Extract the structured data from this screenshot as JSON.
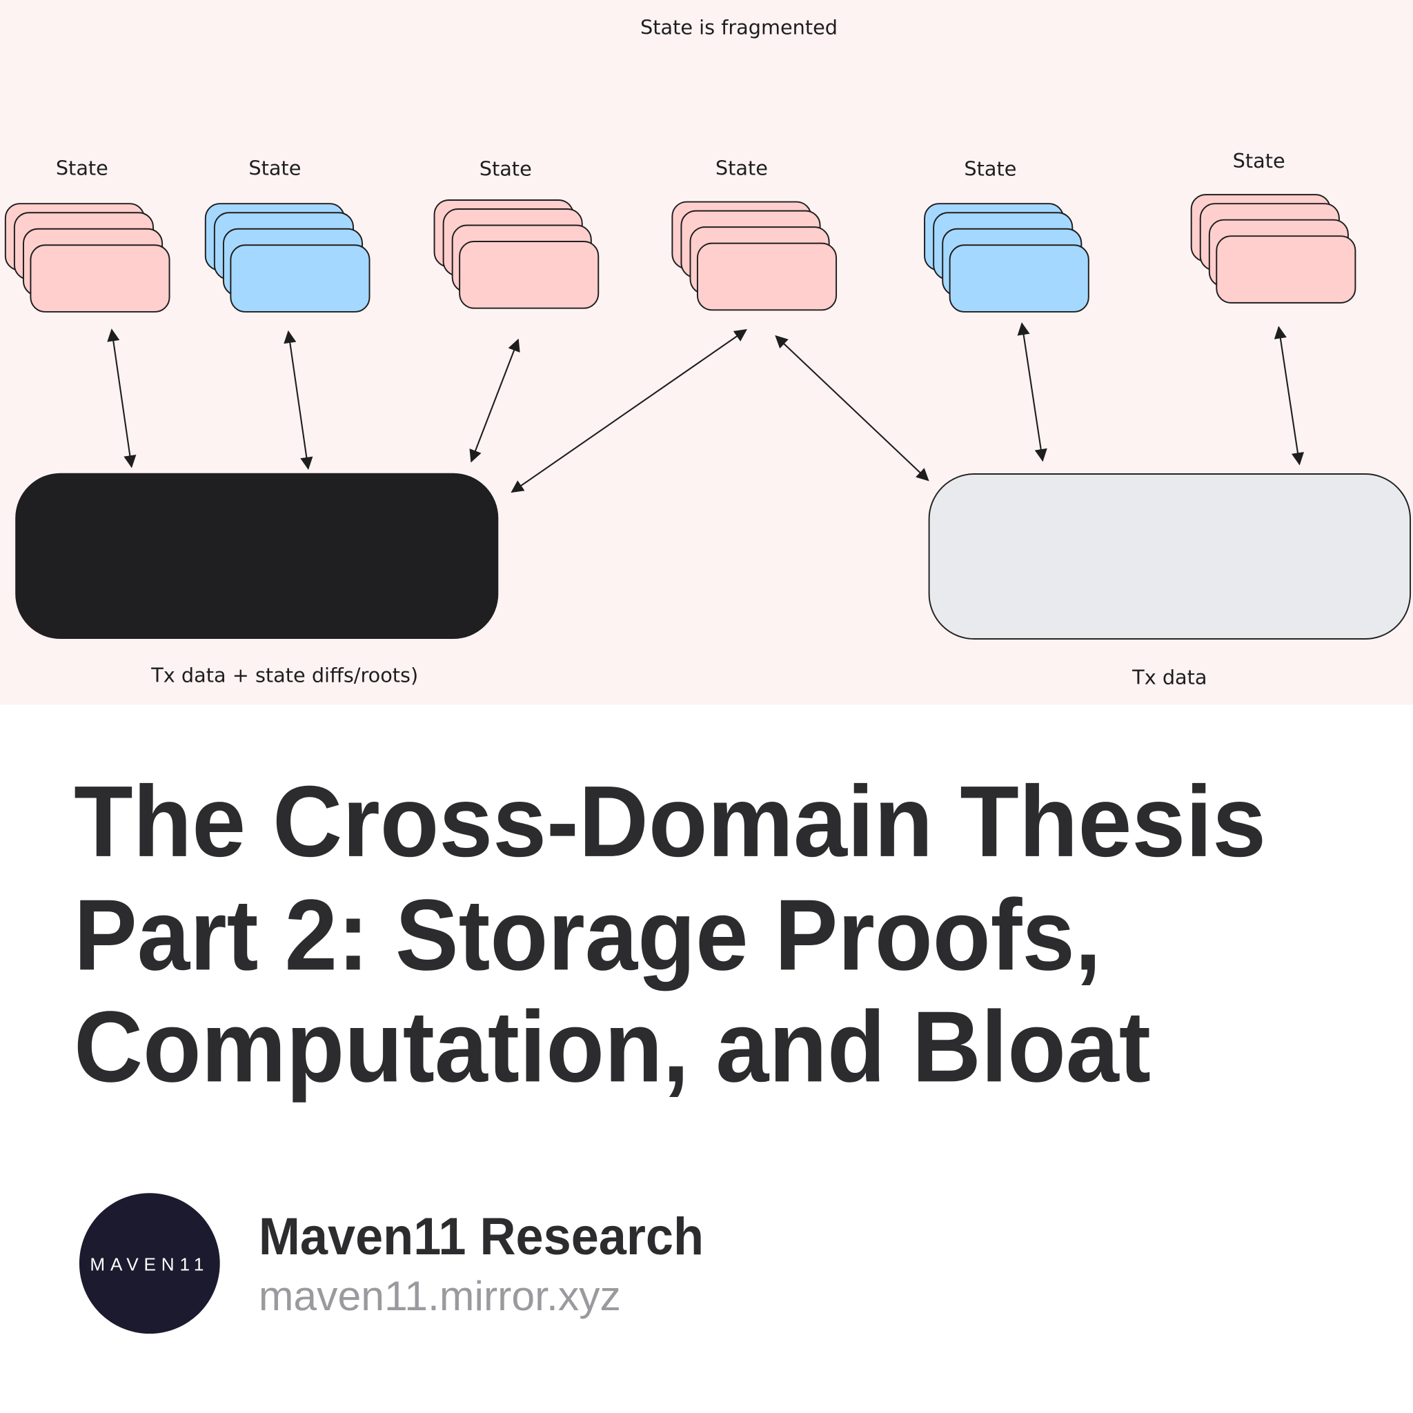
{
  "diagram": {
    "title": "State is fragmented",
    "state_label": "State",
    "stacks": [
      {
        "label": "State",
        "color": "#ffcfcd"
      },
      {
        "label": "State",
        "color": "#a5d8ff"
      },
      {
        "label": "State",
        "color": "#ffcfcd"
      },
      {
        "label": "State",
        "color": "#ffcfcd"
      },
      {
        "label": "State",
        "color": "#a5d8ff"
      },
      {
        "label": "State",
        "color": "#ffcfcd"
      }
    ],
    "left_box_label": "Tx data + state diffs/roots)",
    "right_box_label": "Tx data",
    "colors": {
      "background": "#fdf3f3",
      "left_box": "#1f1e21",
      "right_box": "#e9eaee"
    }
  },
  "article": {
    "title_lines": [
      "The Cross-Domain Thesis",
      "Part 2: Storage Proofs,",
      "Computation, and Bloat"
    ],
    "author": "Maven11 Research",
    "domain": "maven11.mirror.xyz",
    "logo_text": "MAVEN11"
  }
}
